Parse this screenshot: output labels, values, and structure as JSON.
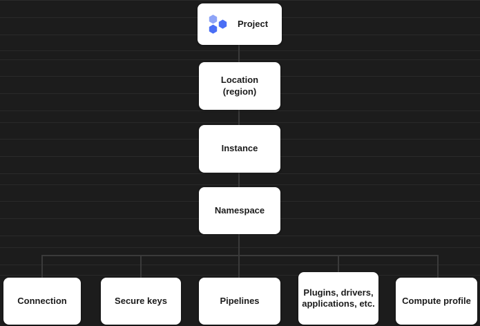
{
  "diagram": {
    "type": "hierarchy",
    "background_color": "#1c1c1c",
    "node_color": "#ffffff",
    "text_color": "#1b1b1b",
    "icon_color": "#4a6ef5",
    "nodes": [
      {
        "id": "project",
        "label": "Project",
        "icon": "hexagon-cluster-icon",
        "level": 0
      },
      {
        "id": "location",
        "label": "Location\n(region)",
        "level": 1
      },
      {
        "id": "instance",
        "label": "Instance",
        "level": 2
      },
      {
        "id": "namespace",
        "label": "Namespace",
        "level": 3
      },
      {
        "id": "connection",
        "label": "Connection",
        "level": 4
      },
      {
        "id": "secure_keys",
        "label": "Secure keys",
        "level": 4
      },
      {
        "id": "pipelines",
        "label": "Pipelines",
        "level": 4
      },
      {
        "id": "plugins",
        "label": "Plugins, drivers,\napplications, etc.",
        "level": 4
      },
      {
        "id": "compute_profile",
        "label": "Compute profile",
        "level": 4
      }
    ]
  }
}
